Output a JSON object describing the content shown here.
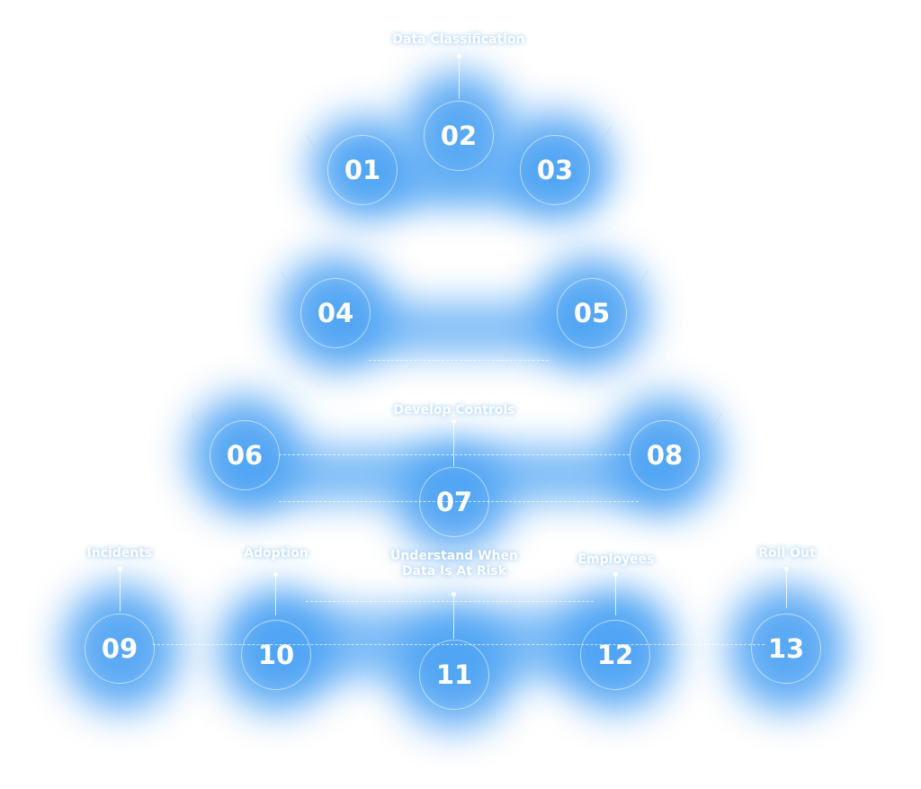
{
  "steps": [
    {
      "num": "01",
      "label": ""
    },
    {
      "num": "02",
      "label": "Data Classification"
    },
    {
      "num": "03",
      "label": ""
    },
    {
      "num": "04",
      "label": ""
    },
    {
      "num": "05",
      "label": ""
    },
    {
      "num": "06",
      "label": ""
    },
    {
      "num": "07",
      "label": "Develop Controls"
    },
    {
      "num": "08",
      "label": ""
    },
    {
      "num": "09",
      "label": "Incidents"
    },
    {
      "num": "10",
      "label": "Adoption"
    },
    {
      "num": "11",
      "label": "Understand When\nData Is At Risk"
    },
    {
      "num": "12",
      "label": "Employees"
    },
    {
      "num": "13",
      "label": "Roll Out"
    }
  ],
  "colors": {
    "glow": "#3d9af2",
    "node_text": "#ffffff",
    "background": "#ffffff"
  }
}
